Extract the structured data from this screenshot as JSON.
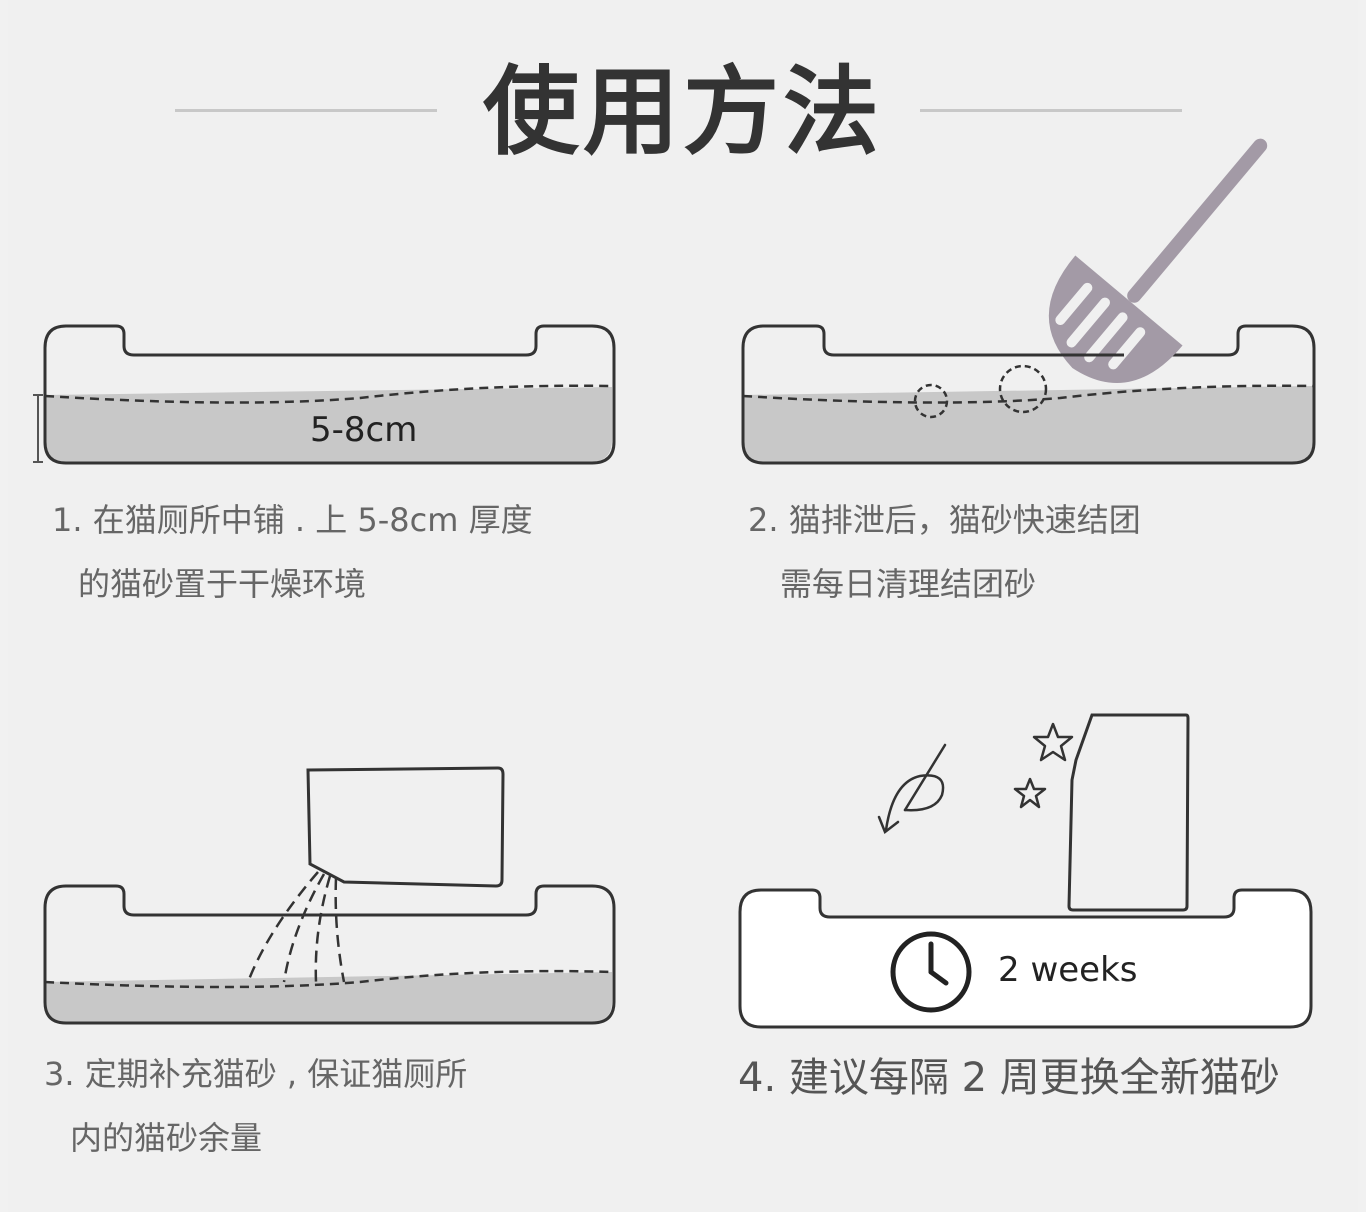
{
  "title": "使用方法",
  "steps": [
    {
      "line1": "1. 在猫厕所中铺 . 上 5-8cm 厚度",
      "line2": "的猫砂置于干燥环境",
      "box_label": "5-8cm"
    },
    {
      "line1": "2. 猫排泄后，猫砂快速结团",
      "line2": "需每日清理结团砂"
    },
    {
      "line1": "3. 定期补充猫砂 , 保证猫厕所",
      "line2": "内的猫砂余量"
    },
    {
      "line1": "4. 建议每隔 2 周更换全新猫砂",
      "box_label": "2 weeks"
    }
  ],
  "colors": {
    "sand": "#c8c8c8",
    "scoop": "#a39aa6",
    "outline": "#333333"
  },
  "icons": [
    "clock-icon",
    "star-icon",
    "arrow-icon",
    "scoop-icon",
    "litter-bag-icon"
  ]
}
